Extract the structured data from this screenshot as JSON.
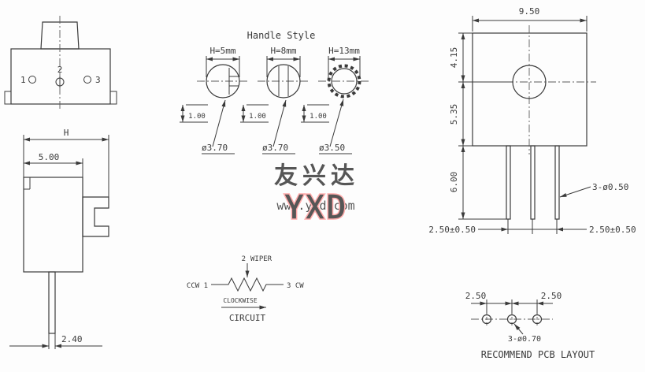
{
  "watermark": {
    "name": "友兴达",
    "logo": "YXD",
    "url": "www.yxd.com"
  },
  "top_view": {
    "pin1": "1",
    "pin2": "2",
    "pin3": "3"
  },
  "side_view": {
    "dim_height": "H",
    "dim_body_width": "5.00",
    "dim_pin_offset": "2.40"
  },
  "handle_style": {
    "title": "Handle Style",
    "variants": [
      {
        "label": "H=5mm",
        "protrusion": "1.00",
        "diameter": "ø3.70"
      },
      {
        "label": "H=8mm",
        "protrusion": "1.00",
        "diameter": "ø3.70"
      },
      {
        "label": "H=13mm",
        "protrusion": "1.00",
        "diameter": "ø3.50"
      }
    ]
  },
  "circuit": {
    "terminal2": "2",
    "wiper_label": "WIPER",
    "terminal1_label": "CCW 1",
    "terminal3_label": "3 CW",
    "direction_label": "CLOCKWISE",
    "caption": "CIRCUIT"
  },
  "front_view": {
    "dim_width": "9.50",
    "dim_top_to_center": "4.15",
    "dim_center_to_bottom": "5.35",
    "dim_pin_length": "6.00",
    "pin_spec": "3-ø0.50",
    "dim_pitch_left": "2.50±0.50",
    "dim_pitch_right": "2.50±0.50"
  },
  "pcb_layout": {
    "dim_pitch_left": "2.50",
    "dim_pitch_right": "2.50",
    "hole_spec": "3-ø0.70",
    "caption": "RECOMMEND PCB LAYOUT"
  }
}
